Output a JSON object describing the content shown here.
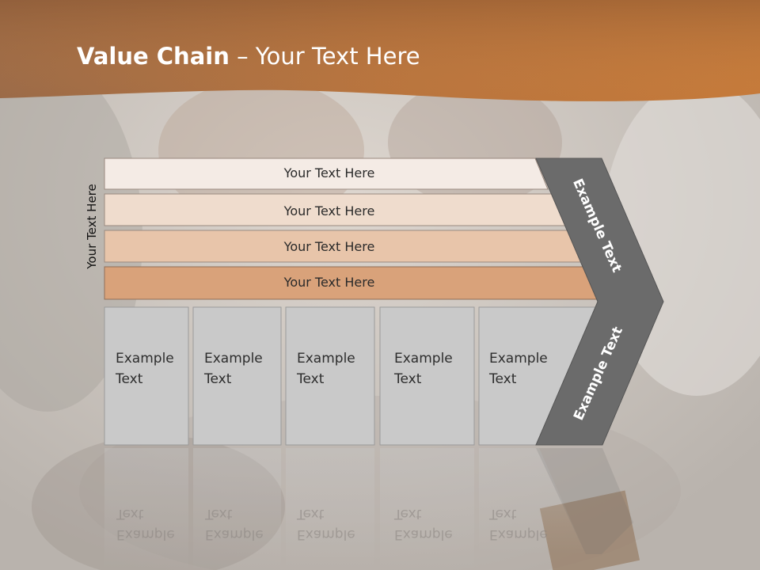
{
  "header": {
    "title_bold": "Value Chain",
    "title_rest": " – Your Text Here",
    "color": "#c2773a"
  },
  "diagram": {
    "side_label": "Your Text Here",
    "rows": [
      {
        "label": "Your Text Here",
        "fill": "#f4ebe5"
      },
      {
        "label": "Your Text Here",
        "fill": "#efdccd"
      },
      {
        "label": "Your Text Here",
        "fill": "#e8c5aa"
      },
      {
        "label": "Your Text Here",
        "fill": "#d9a27a"
      }
    ],
    "boxes": [
      {
        "line1": "Example",
        "line2": "Text"
      },
      {
        "line1": "Example",
        "line2": "Text"
      },
      {
        "line1": "Example",
        "line2": "Text"
      },
      {
        "line1": "Example",
        "line2": "Text"
      },
      {
        "line1": "Example",
        "line2": "Text"
      }
    ],
    "chevron_upper": "Example Text",
    "chevron_lower": "Example Text",
    "box_fill": "#c9c9c9",
    "chevron_fill": "#6b6b6b"
  }
}
